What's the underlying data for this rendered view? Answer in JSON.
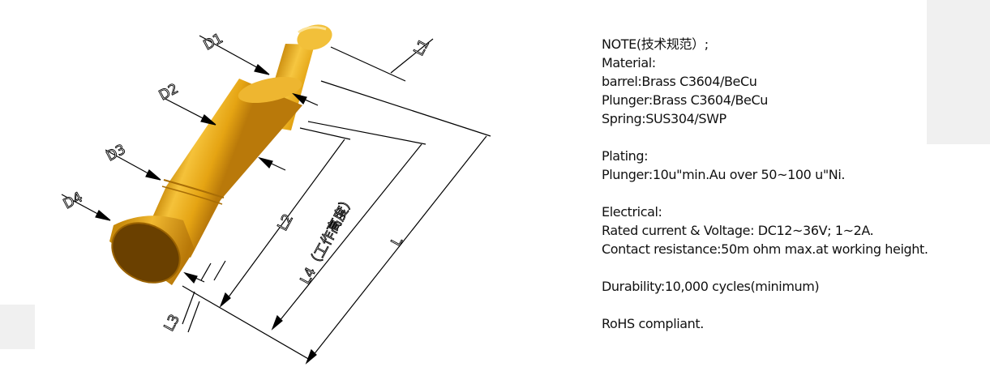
{
  "diagram": {
    "labels": {
      "d1": "D1",
      "d2": "D2",
      "d3": "D3",
      "d4": "D4",
      "l1": "L1",
      "l2": "L2",
      "l3": "L3",
      "l4": "L4（工作高度）",
      "l": "L"
    },
    "colors": {
      "body_light": "#f5c23a",
      "body_main": "#e7a614",
      "body_dark": "#b9780a",
      "end_face": "#6a4000"
    }
  },
  "notes": {
    "heading": "NOTE(技术规范）;",
    "material_title": "Material:",
    "barrel": "barrel:Brass C3604/BeCu",
    "plunger": "Plunger:Brass C3604/BeCu",
    "spring": "Spring:SUS304/SWP",
    "plating_title": "Plating:",
    "plating_plunger": "Plunger:10u\"min.Au over 50~100 u\"Ni.",
    "electrical_title": "Electrical:",
    "rated": "Rated current & Voltage: DC12~36V; 1~2A.",
    "contact": "Contact resistance:50m ohm max.at working height.",
    "durability": "Durability:10,000 cycles(minimum)",
    "rohs": "RoHS compliant."
  }
}
